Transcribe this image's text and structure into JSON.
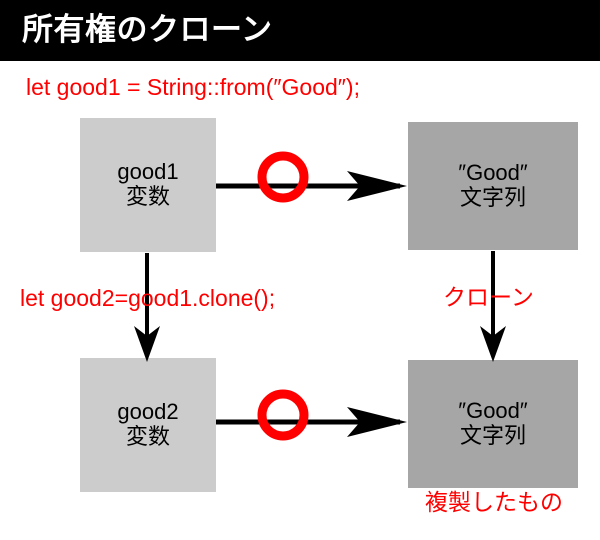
{
  "slide": {
    "title": "所有権のクローン",
    "background_color": "#ffffff",
    "title_bar_color": "#000000",
    "title_text_color": "#ffffff",
    "accent_color": "#ff0000"
  },
  "code": {
    "line1": "let good1 = String::from(″Good″);",
    "line2": "let good2=good1.clone();"
  },
  "labels": {
    "clone": "クローン",
    "copy_made": "複製したもの"
  },
  "boxes": [
    {
      "id": "good1",
      "line1": "good1",
      "line2": "変数",
      "fill": "#cccccc",
      "kind": "variable"
    },
    {
      "id": "string1",
      "line1": "″Good″",
      "line2": "文字列",
      "fill": "#a6a6a6",
      "kind": "string"
    },
    {
      "id": "good2",
      "line1": "good2",
      "line2": "変数",
      "fill": "#cccccc",
      "kind": "variable"
    },
    {
      "id": "string2",
      "line1": "″Good″",
      "line2": "文字列",
      "fill": "#a6a6a6",
      "kind": "string"
    }
  ],
  "arrows": [
    {
      "id": "good1-to-string1",
      "direction": "right",
      "marker": "red-circle"
    },
    {
      "id": "good1-to-good2",
      "direction": "down",
      "marker": "none"
    },
    {
      "id": "string1-to-string2",
      "direction": "down",
      "marker": "none"
    },
    {
      "id": "good2-to-string2",
      "direction": "right",
      "marker": "red-circle"
    }
  ]
}
